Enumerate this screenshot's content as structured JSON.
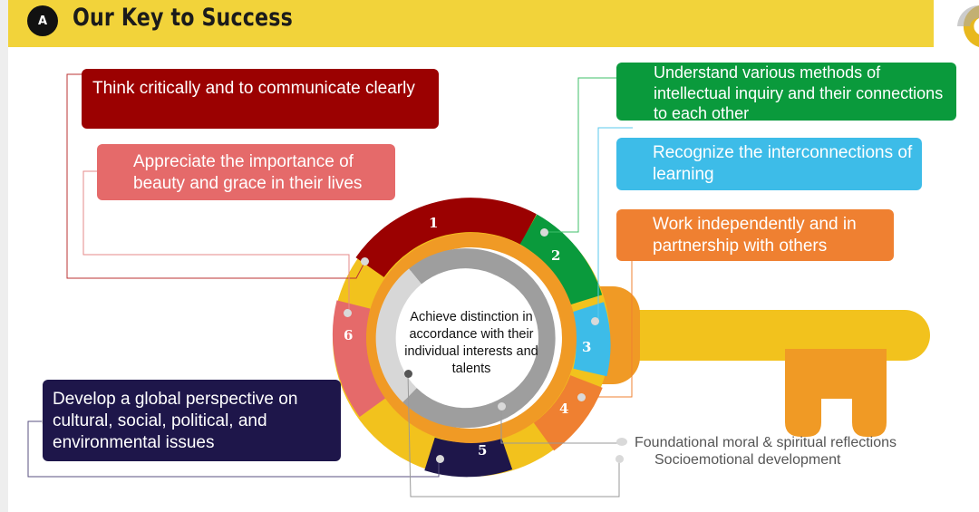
{
  "header": {
    "badge": "A",
    "title": "Our Key to Success"
  },
  "goals": {
    "red": "Think critically and to communicate clearly",
    "pink": "Appreciate the importance of beauty and grace in their lives",
    "green": "Understand various methods of intellectual inquiry and their connections to each other",
    "blue": "Recognize the interconnections of learning",
    "orange": "Work independently and in partnership with others",
    "navy": "Develop a global perspective on cultural, social, political, and environmental issues"
  },
  "segments": [
    "1",
    "2",
    "3",
    "4",
    "5",
    "6"
  ],
  "center": "Achieve distinction in accordance with their individual interests and talents",
  "inner_labels": {
    "moral": "Foundational moral & spiritual reflections",
    "socio": "Socioemotional development"
  },
  "colors": {
    "header": "#f2d33a",
    "red": "#9b0101",
    "pink": "#e56a6a",
    "green": "#0a9a3c",
    "blue": "#3dbce8",
    "orange": "#ef8031",
    "navy": "#1e164a",
    "key_yellow": "#f2c21d",
    "key_orange": "#f09a25",
    "inner_gray": "#9e9e9e"
  }
}
